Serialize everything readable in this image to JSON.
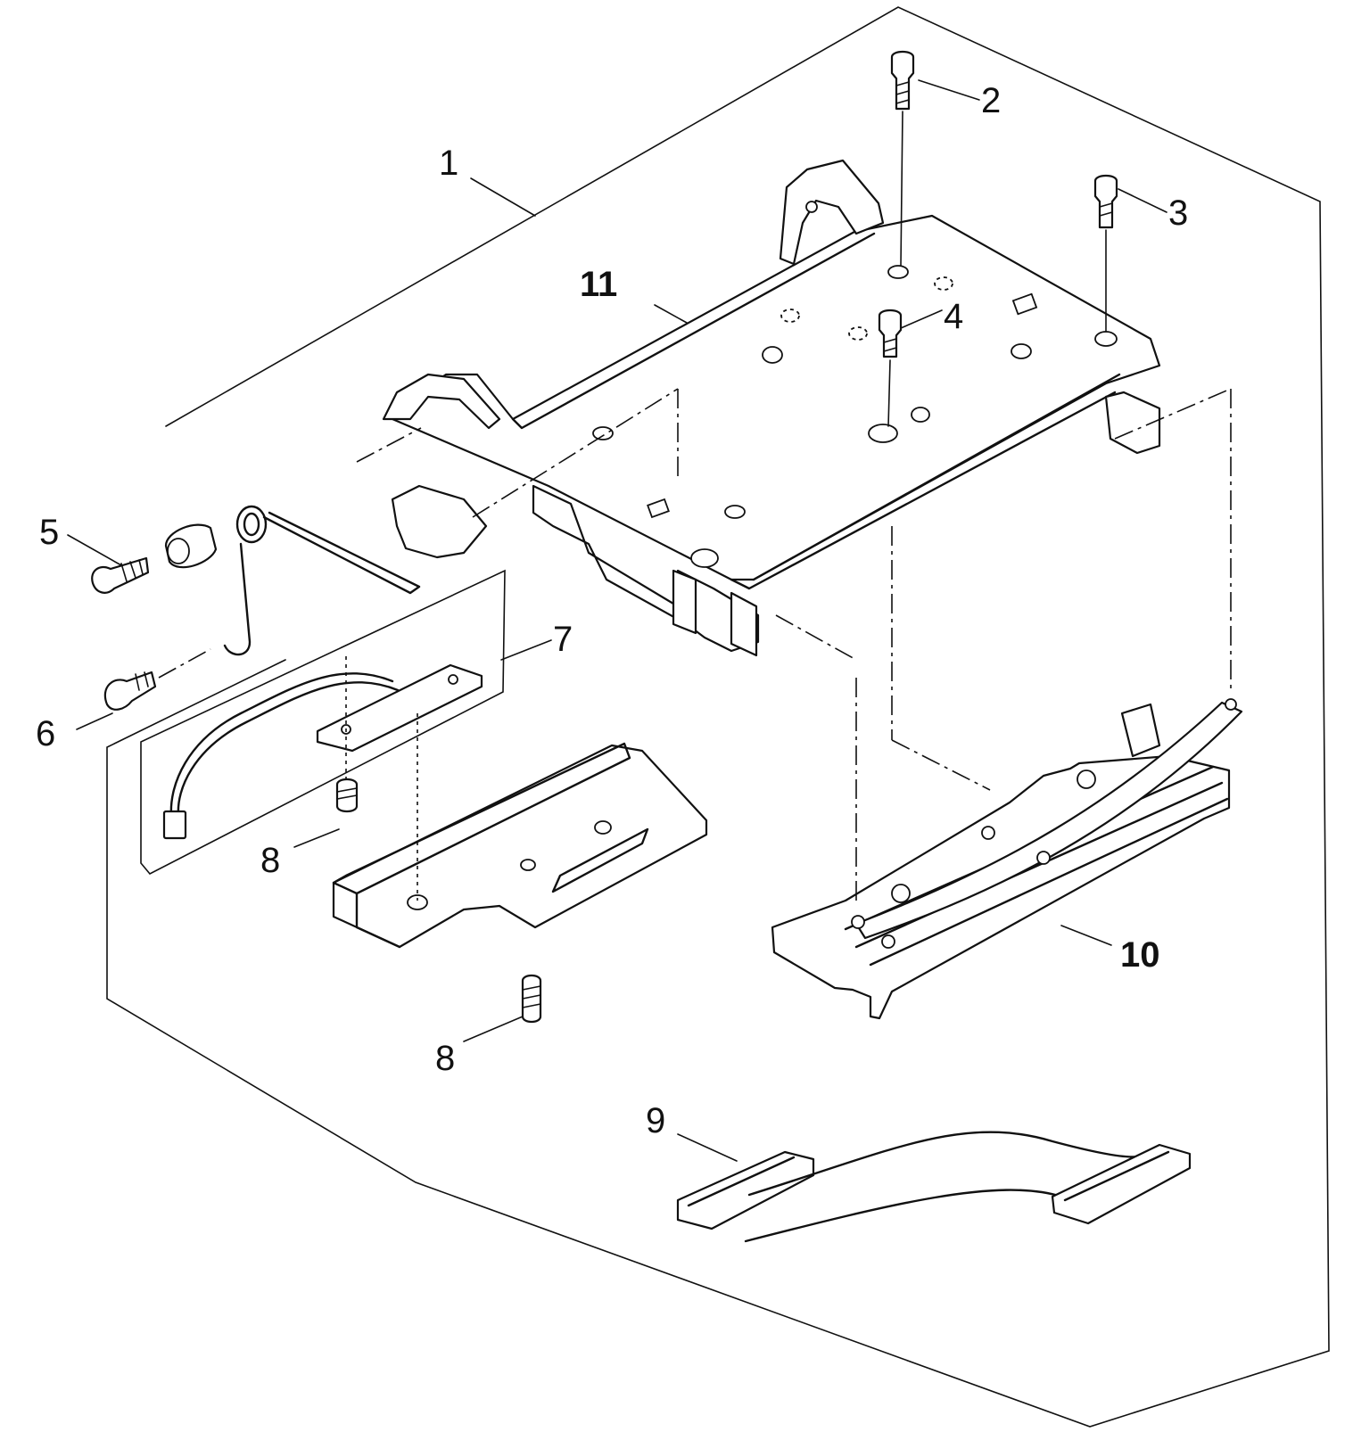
{
  "callouts": [
    {
      "id": "1",
      "label": "1"
    },
    {
      "id": "2",
      "label": "2"
    },
    {
      "id": "3",
      "label": "3"
    },
    {
      "id": "4",
      "label": "4"
    },
    {
      "id": "5",
      "label": "5"
    },
    {
      "id": "6",
      "label": "6"
    },
    {
      "id": "7",
      "label": "7"
    },
    {
      "id": "8a",
      "label": "8"
    },
    {
      "id": "8b",
      "label": "8"
    },
    {
      "id": "9",
      "label": "9"
    },
    {
      "id": "10",
      "label": "10"
    },
    {
      "id": "11",
      "label": "11"
    }
  ],
  "colors": {
    "ink": "#111111",
    "paper": "#ffffff"
  }
}
